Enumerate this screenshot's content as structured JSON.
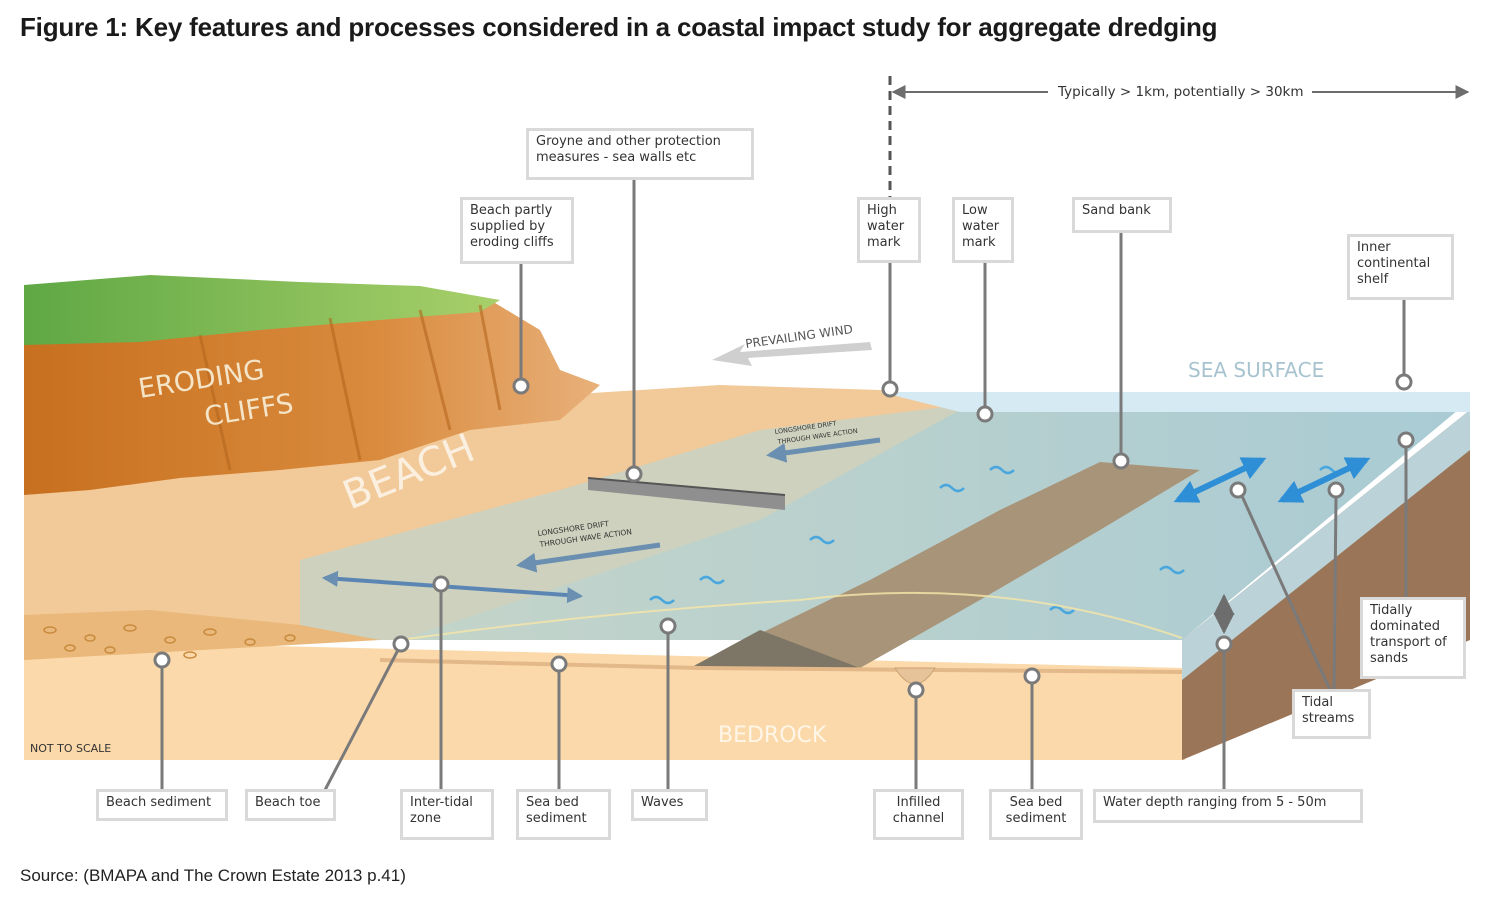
{
  "title": "Figure 1: Key features and processes considered in a coastal impact study for aggregate dredging",
  "source": "Source: (BMAPA and The Crown Estate 2013 p.41)",
  "colors": {
    "cliff": "#c9762a",
    "grass": "#7fb84a",
    "beach": "#f2c998",
    "shallow_water": "#c5d3c8",
    "sea": "#b7d0d5",
    "sea_surface": "#d6eaf3",
    "bedrock": "#fbd9aa",
    "side_face": "#9b7557",
    "leader": "#7a7a7a",
    "arrow_blue": "#2f8fd6",
    "label_border": "#d9d9d9"
  },
  "scene_text": {
    "eroding_cliffs_1": "ERODING",
    "eroding_cliffs_2": "CLIFFS",
    "beach": "BEACH",
    "prevailing_wind": "PREVAILING WIND",
    "sea_surface": "SEA SURFACE",
    "bedrock": "BEDROCK",
    "not_to_scale": "NOT TO SCALE",
    "longshore_drift_1a": "LONGSHORE DRIFT",
    "longshore_drift_1b": "THROUGH WAVE ACTION",
    "longshore_drift_2a": "LONGSHORE DRIFT",
    "longshore_drift_2b": "THROUGH WAVE ACTION",
    "distance": "Typically > 1km, potentially > 30km"
  },
  "labels": {
    "groyne": "Groyne and other protection\nmeasures - sea walls etc",
    "beach_supplied": "Beach partly\nsupplied by\neroding cliffs",
    "high_water": "High\nwater\nmark",
    "low_water": "Low\nwater\nmark",
    "sand_bank": "Sand bank",
    "inner_shelf": "Inner\ncontinental\nshelf",
    "tidally_dominated": "Tidally\ndominated\ntransport of\nsands",
    "tidal_streams": "Tidal\nstreams",
    "beach_sediment": "Beach sediment",
    "beach_toe": "Beach toe",
    "inter_tidal": "Inter-tidal\nzone",
    "sea_bed_sediment_1": "Sea bed\nsediment",
    "waves": "Waves",
    "infilled_channel": "Infilled\nchannel",
    "sea_bed_sediment_2": "Sea bed\nsediment",
    "water_depth": "Water depth ranging from 5 - 50m"
  }
}
